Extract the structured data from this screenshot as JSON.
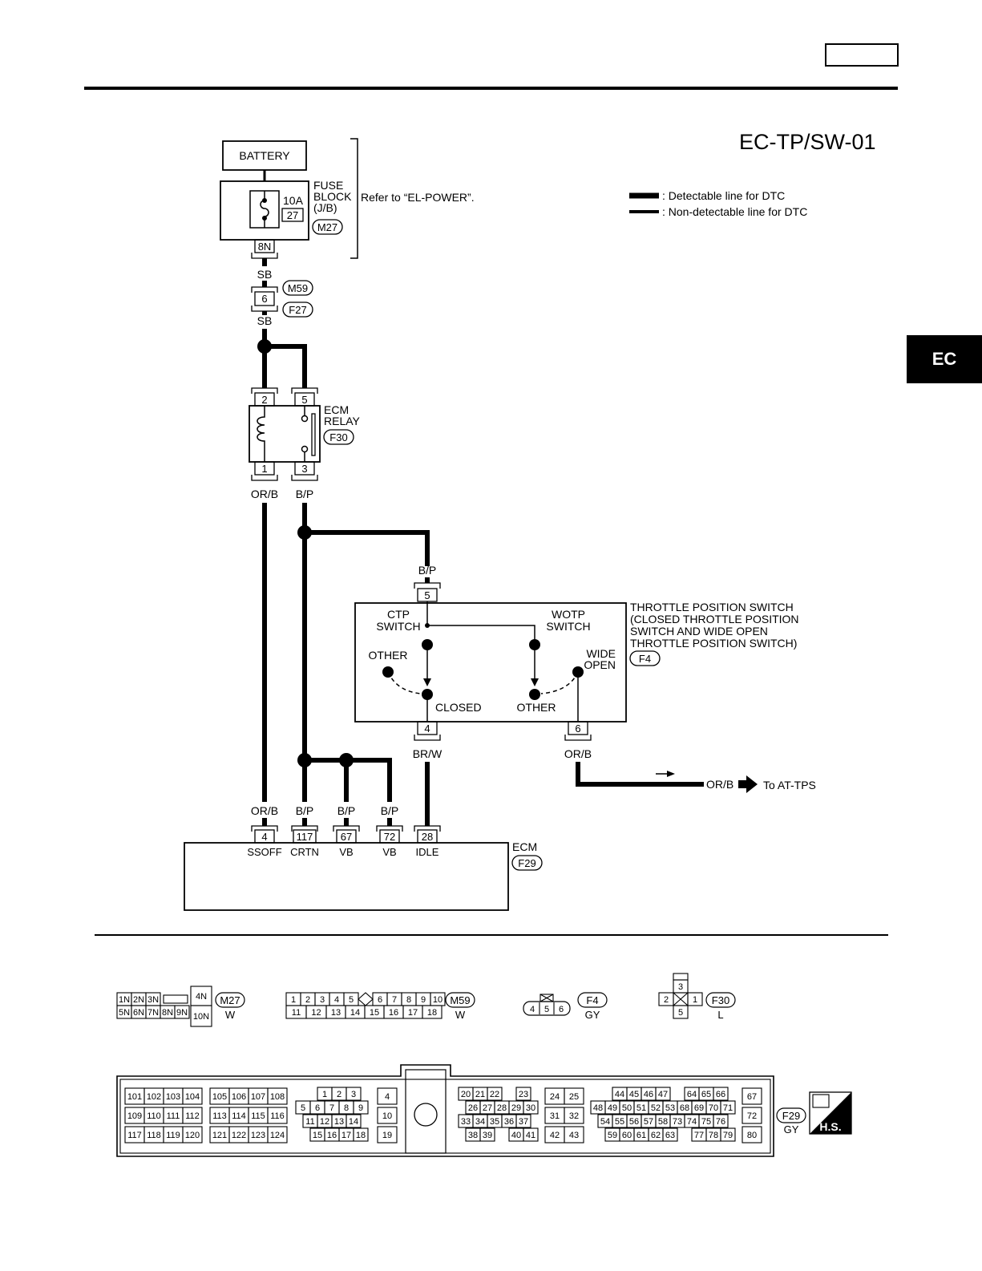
{
  "diagram_id": "EC-TP/SW-01",
  "section_tab": "EC",
  "legend": {
    "detectable": ": Detectable line for DTC",
    "non_detectable": ": Non-detectable line for DTC"
  },
  "battery": "BATTERY",
  "fuse_block": {
    "label_1": "FUSE",
    "label_2": "BLOCK",
    "label_3": "(J/B)",
    "rating": "10A",
    "fuse_no": "27",
    "connector": "M27",
    "pin": "8N",
    "ref": "Refer to “EL-POWER”."
  },
  "wires": {
    "sb_1": "SB",
    "sb_2": "SB",
    "orb_1": "OR/B",
    "bp_1": "B/P",
    "bp_tps": "B/P",
    "brw": "BR/W",
    "orb_tps": "OR/B",
    "orb_out": "OR/B",
    "ecm_orb": "OR/B",
    "ecm_bp_1": "B/P",
    "ecm_bp_2": "B/P",
    "ecm_bp_3": "B/P"
  },
  "joint_connector": {
    "pin": "6",
    "conn_1": "M59",
    "conn_2": "F27"
  },
  "ecm_relay": {
    "label_1": "ECM",
    "label_2": "RELAY",
    "connector": "F30",
    "pins": [
      "2",
      "5",
      "1",
      "3"
    ]
  },
  "tps": {
    "title_1": "THROTTLE POSITION SWITCH",
    "title_2": "(CLOSED THROTTLE POSITION",
    "title_3": "SWITCH AND WIDE OPEN",
    "title_4": "THROTTLE POSITION SWITCH)",
    "connector": "F4",
    "ctp_1": "CTP",
    "ctp_2": "SWITCH",
    "wotp_1": "WOTP",
    "wotp_2": "SWITCH",
    "other_1": "OTHER",
    "closed": "CLOSED",
    "other_2": "OTHER",
    "wide_1": "WIDE",
    "wide_2": "OPEN",
    "pin_top": "5",
    "pin_4": "4",
    "pin_6": "6"
  },
  "to_at_tps": "To AT-TPS",
  "ecm": {
    "label": "ECM",
    "connector": "F29",
    "terminals": [
      {
        "pin": "4",
        "name": "SSOFF"
      },
      {
        "pin": "117",
        "name": "CRTN"
      },
      {
        "pin": "67",
        "name": "VB"
      },
      {
        "pin": "72",
        "name": "VB"
      },
      {
        "pin": "28",
        "name": "IDLE"
      }
    ]
  },
  "connector_views": {
    "m27": {
      "name": "M27",
      "color": "W",
      "row1": [
        "1N",
        "2N",
        "3N"
      ],
      "row2": [
        "5N",
        "6N",
        "7N",
        "8N",
        "9N"
      ],
      "right_1": "4N",
      "right_2": "10N"
    },
    "m59": {
      "name": "M59",
      "color": "W",
      "row1": [
        "1",
        "2",
        "3",
        "4",
        "5",
        "6",
        "7",
        "8",
        "9",
        "10"
      ],
      "row2": [
        "11",
        "12",
        "13",
        "14",
        "15",
        "16",
        "17",
        "18"
      ]
    },
    "f4": {
      "name": "F4",
      "color": "GY",
      "pins": [
        "4",
        "5",
        "6"
      ]
    },
    "f30": {
      "name": "F30",
      "color": "L",
      "pins": [
        "3",
        "2",
        "1",
        "5"
      ]
    },
    "f29": {
      "name": "F29",
      "color": "GY",
      "hs": "H.S."
    }
  },
  "f29_pins": {
    "g1": [
      [
        "101",
        "102",
        "103",
        "104"
      ],
      [
        "109",
        "110",
        "111",
        "112"
      ],
      [
        "117",
        "118",
        "119",
        "120"
      ]
    ],
    "g2": [
      [
        "105",
        "106",
        "107",
        "108"
      ],
      [
        "113",
        "114",
        "115",
        "116"
      ],
      [
        "121",
        "122",
        "123",
        "124"
      ]
    ],
    "g3_r1": [
      "1",
      "2",
      "3"
    ],
    "g3_r2": [
      "5",
      "6",
      "7",
      "8",
      "9"
    ],
    "g3_r3": [
      "11",
      "12",
      "13",
      "14"
    ],
    "g3_r4": [
      "15",
      "16",
      "17",
      "18"
    ],
    "g4": [
      "4",
      "10",
      "19"
    ],
    "g5_r1a": [
      "20",
      "21",
      "22"
    ],
    "g5_r1b": [
      "23"
    ],
    "g5_r2": [
      "26",
      "27",
      "28",
      "29",
      "30"
    ],
    "g5_r3": [
      "33",
      "34",
      "35",
      "36",
      "37"
    ],
    "g5_r4a": [
      "38",
      "39"
    ],
    "g5_r4b": [
      "40",
      "41"
    ],
    "g6": [
      [
        "24",
        "25"
      ],
      [
        "31",
        "32"
      ],
      [
        "42",
        "43"
      ]
    ],
    "g7_r1a": [
      "44",
      "45",
      "46",
      "47"
    ],
    "g7_r1b": [
      "64",
      "65",
      "66"
    ],
    "g7_r2": [
      "48",
      "49",
      "50",
      "51",
      "52",
      "53",
      "68",
      "69",
      "70",
      "71"
    ],
    "g7_r3": [
      "54",
      "55",
      "56",
      "57",
      "58",
      "73",
      "74",
      "75",
      "76"
    ],
    "g7_r4a": [
      "59",
      "60",
      "61",
      "62",
      "63"
    ],
    "g7_r4b": [
      "77",
      "78",
      "79"
    ],
    "g8": [
      "67",
      "72",
      "80"
    ]
  }
}
